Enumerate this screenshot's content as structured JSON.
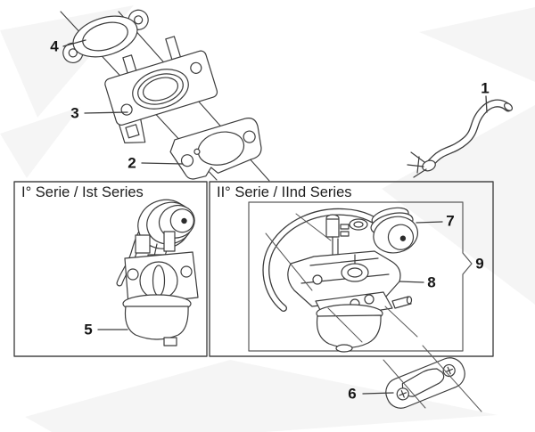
{
  "diagram": {
    "type": "exploded-parts-diagram",
    "boxes": {
      "series1": {
        "title": "I° Serie / Ist Series"
      },
      "series2": {
        "title": "II° Serie / IInd Series"
      }
    },
    "callouts": [
      {
        "label": "1"
      },
      {
        "label": "2"
      },
      {
        "label": "3"
      },
      {
        "label": "4"
      },
      {
        "label": "5"
      },
      {
        "label": "6"
      },
      {
        "label": "7"
      },
      {
        "label": "8"
      },
      {
        "label": "9"
      }
    ],
    "colors": {
      "line_art": "#3c3c3c",
      "label_text": "#161616",
      "box_border": "#474747",
      "background": "#ffffff",
      "watermark": "#000000"
    }
  }
}
